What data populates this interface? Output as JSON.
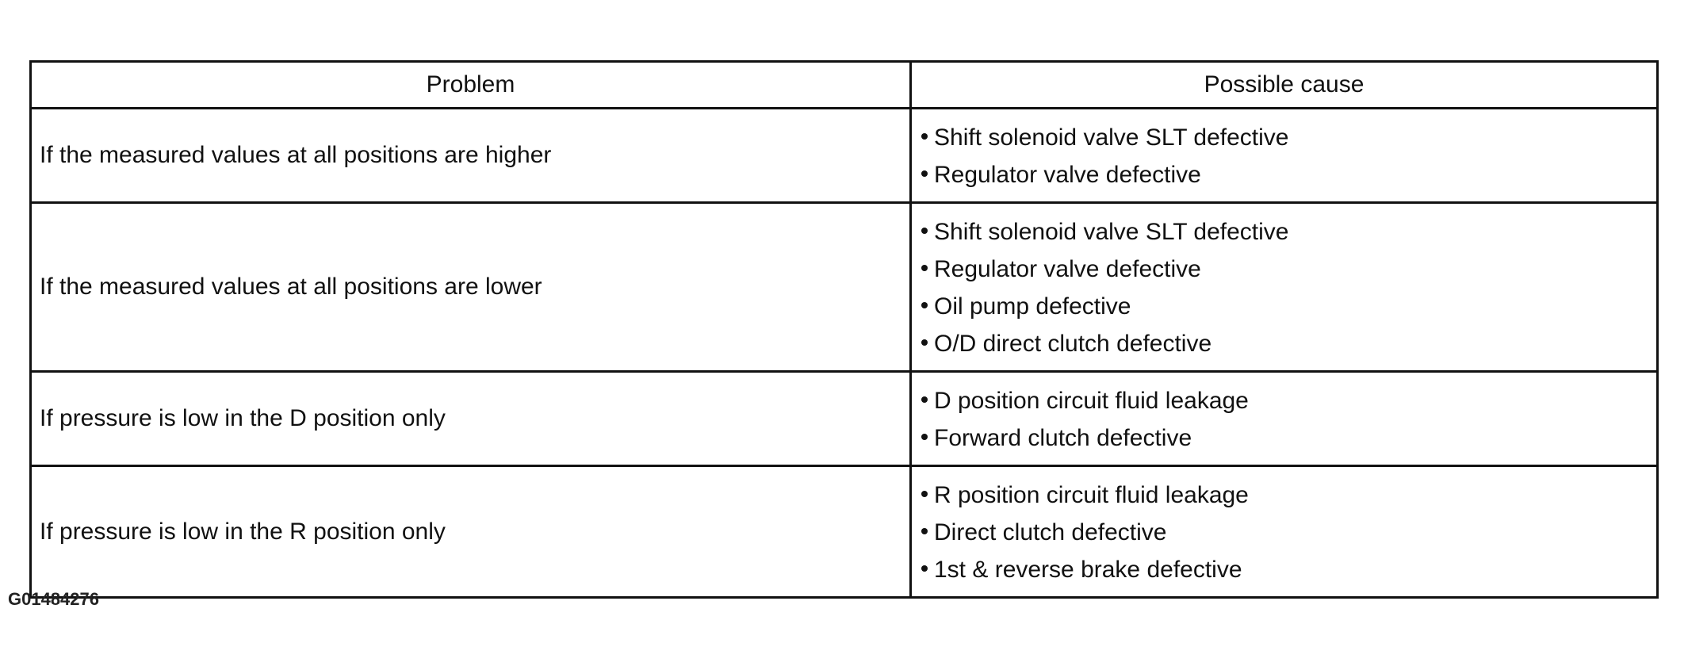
{
  "table": {
    "headers": {
      "problem": "Problem",
      "cause": "Possible cause"
    },
    "rows": [
      {
        "problem": "If the measured values at all positions are higher",
        "causes": [
          "Shift solenoid valve SLT defective",
          "Regulator valve defective"
        ]
      },
      {
        "problem": "If the measured values at all positions are lower",
        "causes": [
          "Shift solenoid valve SLT defective",
          "Regulator valve defective",
          "Oil pump defective",
          "O/D direct clutch defective"
        ]
      },
      {
        "problem": "If pressure is low in the D position only",
        "causes": [
          "D position circuit fluid leakage",
          "Forward clutch defective"
        ]
      },
      {
        "problem": "If pressure is low in the R position only",
        "causes": [
          "R position circuit fluid leakage",
          "Direct clutch defective",
          "1st & reverse brake defective"
        ]
      }
    ]
  },
  "figure_code": "G01484276"
}
